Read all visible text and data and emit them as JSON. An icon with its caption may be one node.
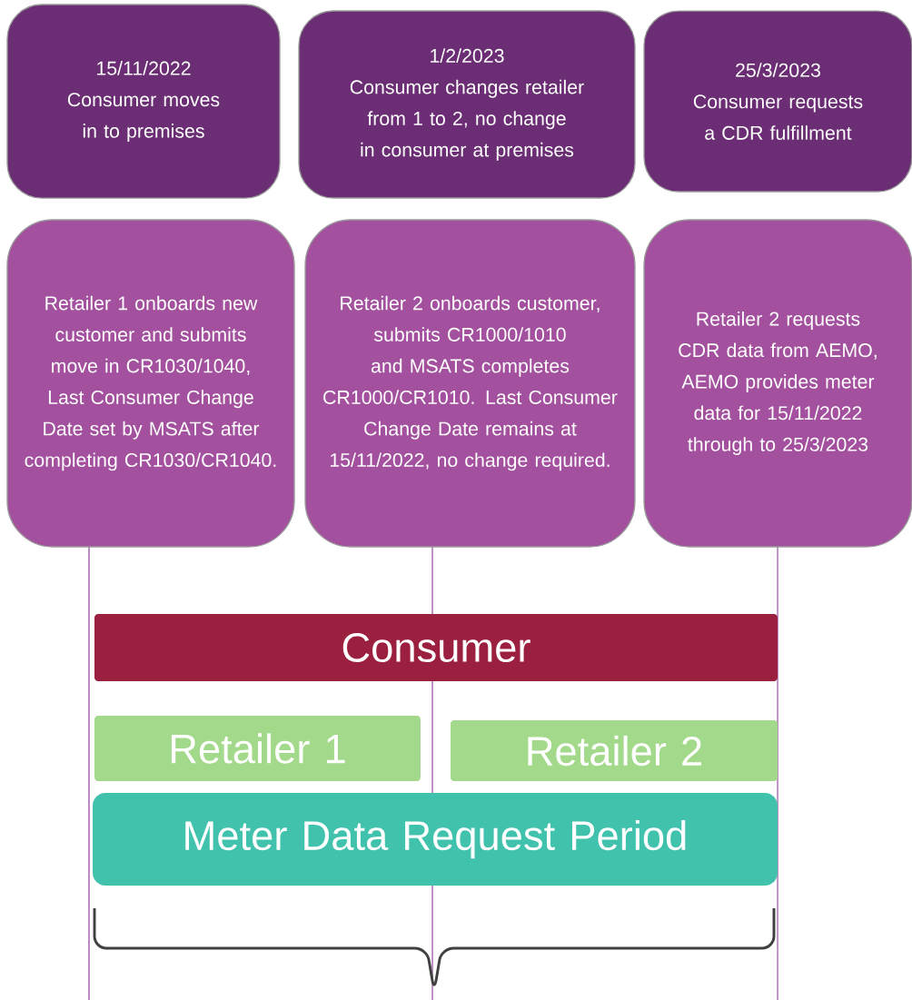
{
  "diagram": {
    "nodes": [
      {
        "text": [
          "15/11/2022",
          "Consumer moves in to premises"
        ]
      },
      {
        "text": [
          "1/2/2023",
          "Consumer changes retailer from 1 to 2, no change in consumer at premises"
        ]
      },
      {
        "text": [
          "25/3/2023",
          "Consumer requests a CDR fulfillment"
        ]
      },
      {
        "text": [
          "Retailer 1 onboards new customer and submits move in CR1030/1040, Last Consumer Change Date set by MSATS after completing CR1030/CR1040."
        ]
      },
      {
        "text": [
          "Retailer 2 onboards customer, submits CR1000/1010 and MSATS completes CR1000/CR1010. Last Consumer Change Date remains at 15/11/2022, no change required."
        ]
      },
      {
        "text": [
          "Retailer 2 requests CDR data from AEMO, AEMO provides meter data for 15/11/2022 through to 25/3/2023"
        ]
      },
      {
        "text": [
          "Consumer"
        ]
      },
      {
        "text": [
          "Retailer 1"
        ]
      },
      {
        "text": [
          "Retailer 2"
        ]
      },
      {
        "text": [
          "Meter Data Request Period"
        ]
      }
    ]
  }
}
